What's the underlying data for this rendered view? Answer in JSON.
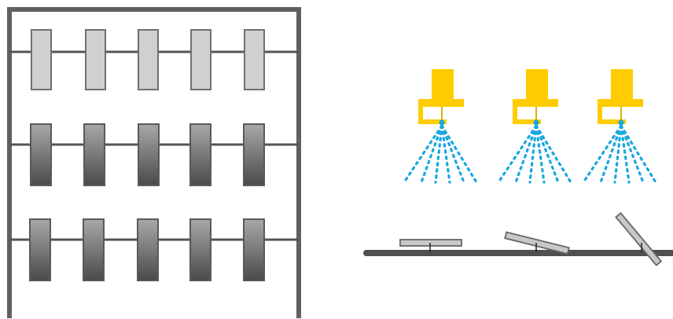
{
  "colors": {
    "frame": "#606060",
    "rail": "#555555",
    "panel_light_fill": "#d0d0d0",
    "panel_light_stroke": "#707070",
    "panel_dark_top": "#a8a8a8",
    "panel_dark_bottom": "#4a4a4a",
    "panel_dark_stroke": "#5a5a5a",
    "nozzle": "#ffcc00",
    "nozzle_stroke": "#e0b000",
    "spray": "#1aa7e0",
    "conveyor": "#505050",
    "plate_fill": "#c8c8c8",
    "plate_stroke": "#666666",
    "background": "#ffffff"
  },
  "icons": {
    "rack": "drying-rack-icon",
    "nozzle": "spray-nozzle-icon",
    "spray": "spray-pattern-icon",
    "conveyor": "conveyor-icon",
    "plate": "plate-icon"
  },
  "rack": {
    "rows": [
      {
        "style": "light",
        "panel_count": 5
      },
      {
        "style": "dark",
        "panel_count": 5
      },
      {
        "style": "dark",
        "panel_count": 5
      }
    ]
  },
  "spray_station": {
    "nozzle_count": 3
  },
  "conveyor": {
    "plates": [
      {
        "tilt_deg": 0
      },
      {
        "tilt_deg": 14
      },
      {
        "tilt_deg": 50
      }
    ]
  }
}
